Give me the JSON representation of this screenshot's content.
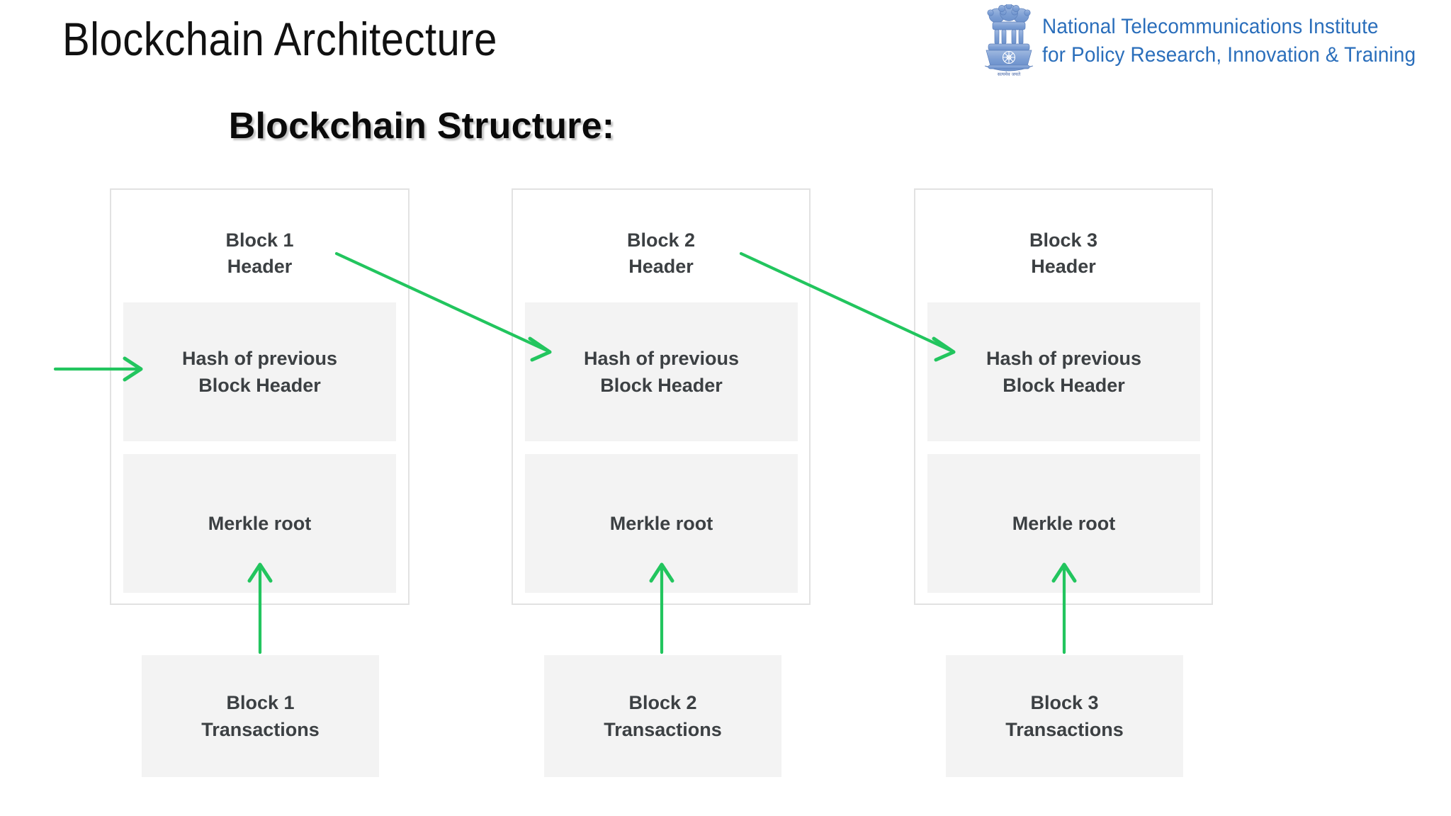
{
  "header": {
    "title": "Blockchain Architecture",
    "logo": {
      "icon": "ashoka-emblem-icon",
      "line1": "National Telecommunications Institute",
      "line2": "for Policy Research, Innovation & Training",
      "motto": "सत्यमेव जयते",
      "color": "#2a6ebb"
    }
  },
  "subtitle": "Blockchain Structure:",
  "diagram": {
    "accent_color": "#22c55e",
    "panel_color": "#f3f3f3",
    "border_color": "#e2e2e2",
    "text_color": "#3c4043",
    "blocks": [
      {
        "header_line1": "Block 1",
        "header_line2": "Header",
        "hash_line1": "Hash of previous",
        "hash_line2": "Block Header",
        "merkle": "Merkle root",
        "tx_line1": "Block 1",
        "tx_line2": "Transactions"
      },
      {
        "header_line1": "Block 2",
        "header_line2": "Header",
        "hash_line1": "Hash of previous",
        "hash_line2": "Block Header",
        "merkle": "Merkle root",
        "tx_line1": "Block 2",
        "tx_line2": "Transactions"
      },
      {
        "header_line1": "Block 3",
        "header_line2": "Header",
        "hash_line1": "Hash of previous",
        "hash_line2": "Block Header",
        "merkle": "Merkle root",
        "tx_line1": "Block 3",
        "tx_line2": "Transactions"
      }
    ],
    "arrows": [
      {
        "name": "incoming-chain-arrow",
        "kind": "horizontal"
      },
      {
        "name": "block1-to-block2-hash-arrow",
        "kind": "diagonal"
      },
      {
        "name": "block2-to-block3-hash-arrow",
        "kind": "diagonal"
      },
      {
        "name": "block1-tx-to-merkle-arrow",
        "kind": "vertical"
      },
      {
        "name": "block2-tx-to-merkle-arrow",
        "kind": "vertical"
      },
      {
        "name": "block3-tx-to-merkle-arrow",
        "kind": "vertical"
      }
    ]
  }
}
